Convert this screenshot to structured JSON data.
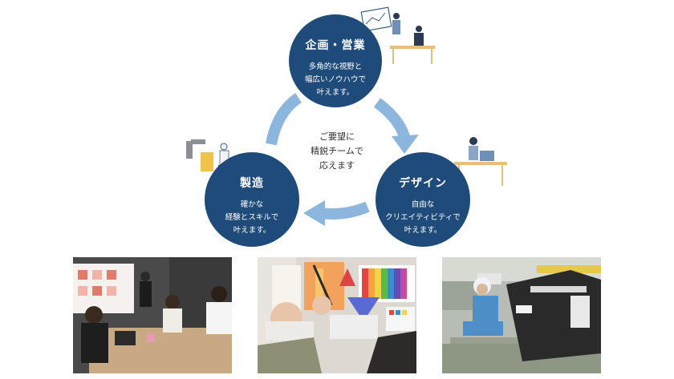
{
  "nodes": {
    "plan": {
      "title": "企画・営業",
      "desc": "多角的な視野と\n幅広いノウハウで\n叶えます。"
    },
    "manufacturing": {
      "title": "製造",
      "desc": "確かな\n経験とスキルで\n叶えます。"
    },
    "design": {
      "title": "デザイン",
      "desc": "自由な\nクリエイティビティで\n叶えます。"
    }
  },
  "center_text": "ご要望に\n精鋭チームで\n応えます",
  "colors": {
    "node": "#1f4b7a",
    "arrow": "#8cb6dd"
  }
}
